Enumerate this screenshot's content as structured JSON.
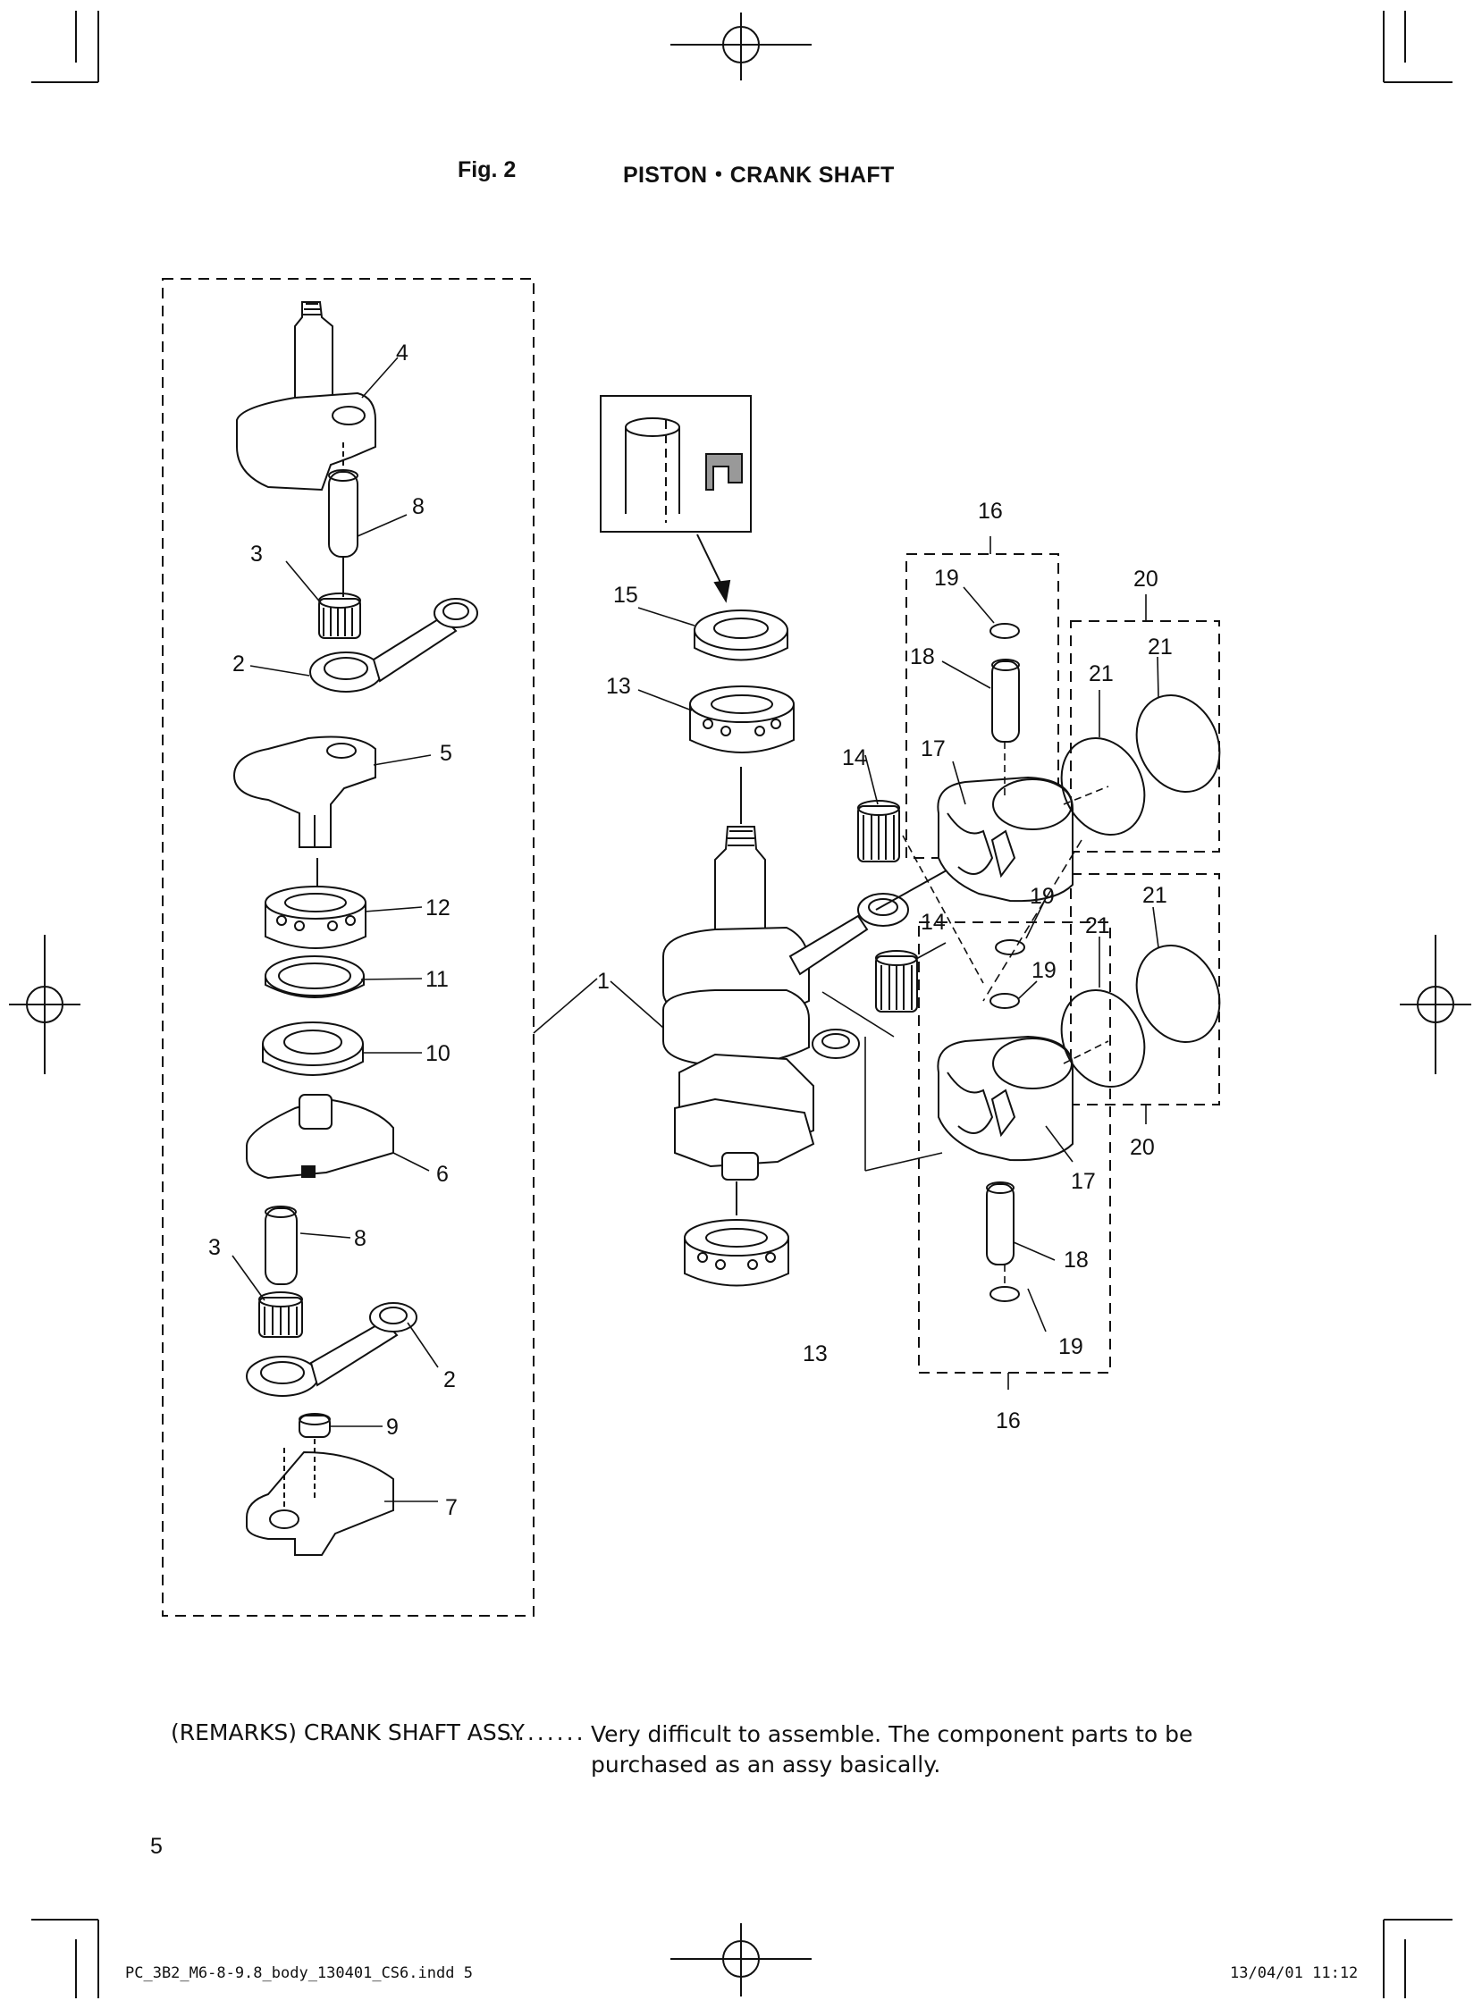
{
  "figure": {
    "label": "Fig. 2",
    "title": "PISTON・CRANK SHAFT"
  },
  "callouts": {
    "c1": "1",
    "c2a": "2",
    "c2b": "2",
    "c3a": "3",
    "c3b": "3",
    "c4": "4",
    "c5": "5",
    "c6": "6",
    "c7": "7",
    "c8a": "8",
    "c8b": "8",
    "c9": "9",
    "c10": "10",
    "c11": "11",
    "c12": "12",
    "c13a": "13",
    "c13b": "13",
    "c14a": "14",
    "c14b": "14",
    "c15": "15",
    "c16a": "16",
    "c16b": "16",
    "c17a": "17",
    "c17b": "17",
    "c18a": "18",
    "c18b": "18",
    "c19a": "19",
    "c19b": "19",
    "c19c": "19",
    "c19d": "19",
    "c20a": "20",
    "c20b": "20",
    "c21a": "21",
    "c21b": "21",
    "c21c": "21",
    "c21d": "21"
  },
  "remarks": {
    "label": "(REMARKS) CRANK SHAFT ASSY",
    "leader": ".........",
    "line1": "Very difficult to assemble. The component parts to be",
    "line2": "purchased as an assy basically."
  },
  "page_number": "5",
  "footer": {
    "file": "PC_3B2_M6-8-9.8_body_130401_CS6.indd  5",
    "date": "13/04/01  11:12"
  }
}
